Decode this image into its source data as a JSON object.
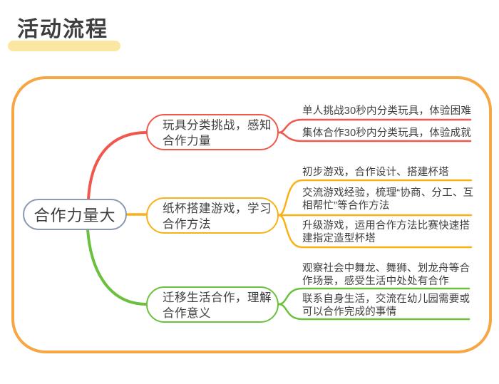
{
  "title": "活动流程",
  "colors": {
    "title_text": "#3F3F40",
    "title_highlight": "#FBE7A1",
    "outer_border": "#F6A643",
    "central_border": "#8B9AB1",
    "branch1_red": "#F2574B",
    "branch2_yellow": "#F9B115",
    "branch3_green": "#6BC03E",
    "body_text": "#3E3E3E",
    "background": "#FFFFFF"
  },
  "mindmap": {
    "central": {
      "label": "合作力量大"
    },
    "branches": [
      {
        "label": "玩具分类挑战，感知合作力量",
        "color": "#F2574B",
        "leaves": [
          "单人挑战30秒内分类玩具，体验困难",
          "集体合作30秒内分类玩具，体验成就"
        ]
      },
      {
        "label": "纸杯搭建游戏，学习合作方法",
        "color": "#F9B115",
        "leaves": [
          "初步游戏，合作设计、搭建杯塔",
          "交流游戏经验，梳理“协商、分工、互相帮忙”等合作方法",
          "升级游戏，运用合作方法比赛快速搭建指定造型杯塔"
        ]
      },
      {
        "label": "迁移生活合作，理解合作意义",
        "color": "#6BC03E",
        "leaves": [
          "观察社会中舞龙、舞狮、划龙舟等合作场景，感受生活中处处有合作",
          "联系自身生活，交流在幼儿园需要或可以合作完成的事情"
        ]
      }
    ]
  }
}
